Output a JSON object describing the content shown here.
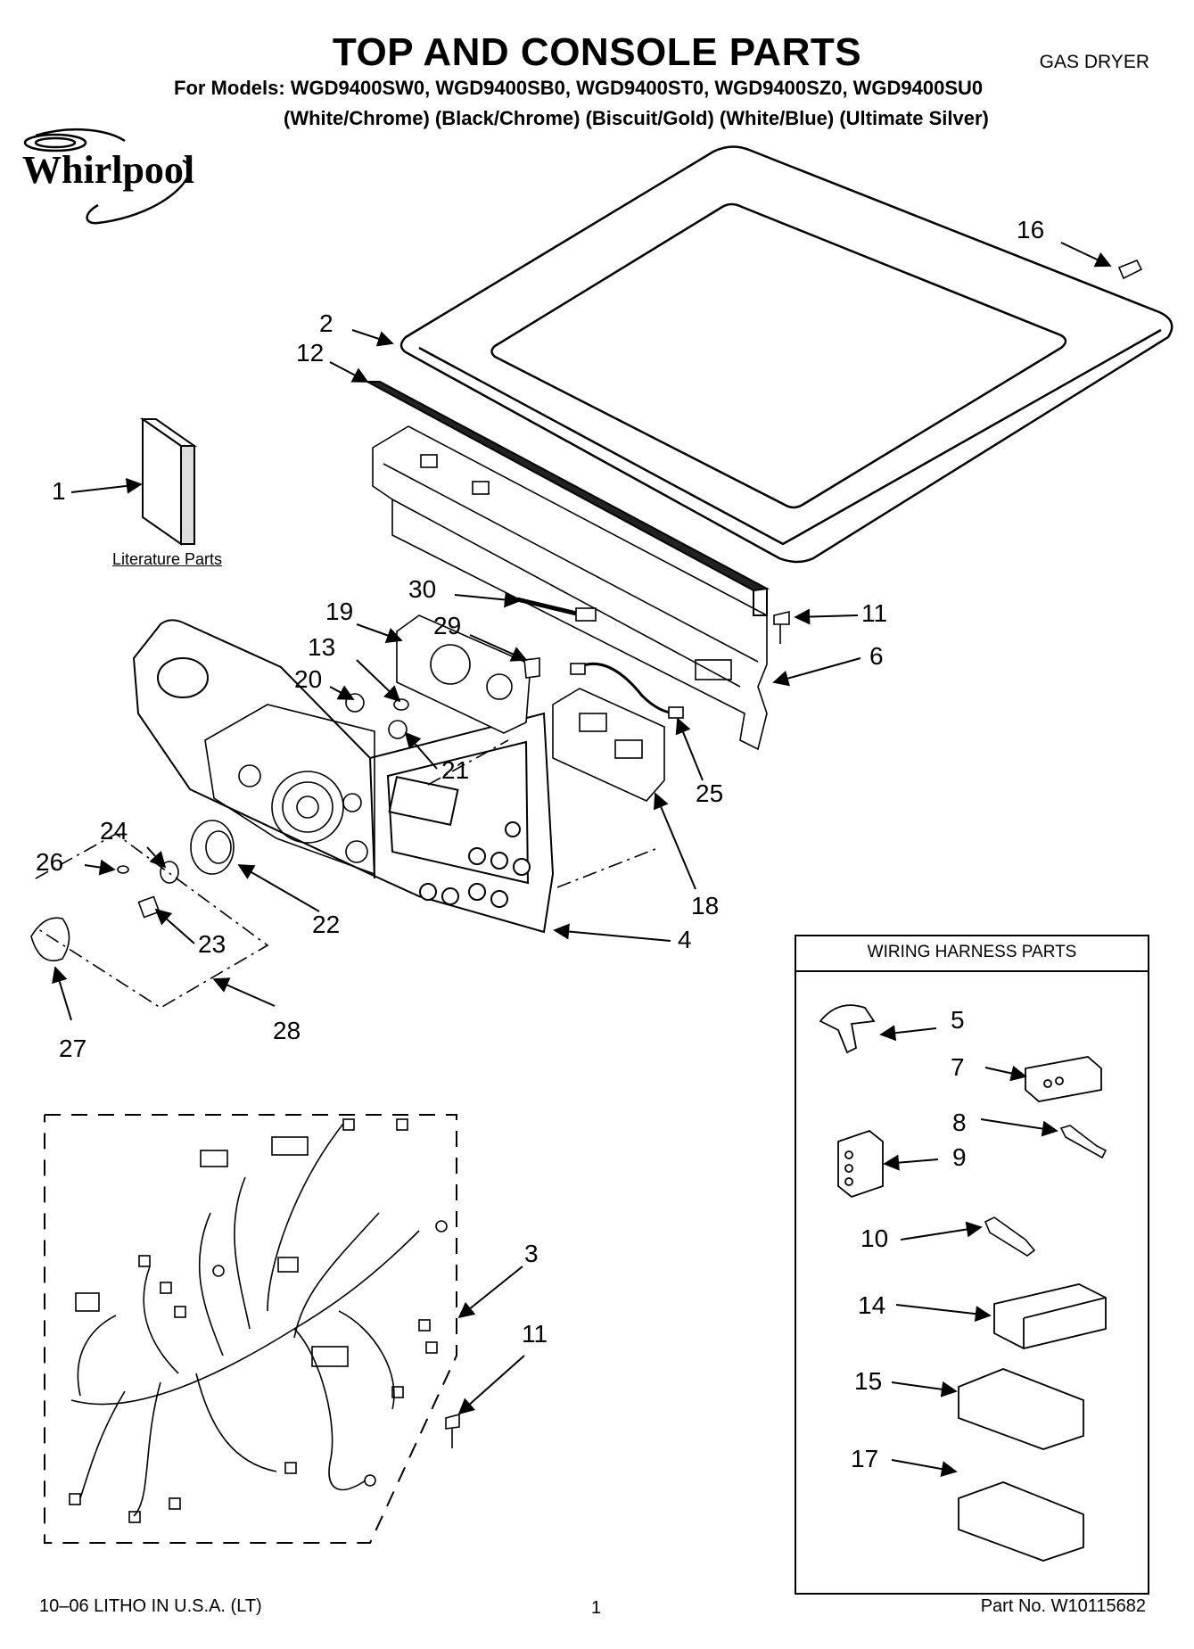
{
  "header": {
    "title": "TOP AND CONSOLE PARTS",
    "doc_type": "GAS DRYER",
    "models_line": "For Models: WGD9400SW0, WGD9400SB0, WGD9400ST0, WGD9400SZ0, WGD9400SU0",
    "colors_line": "(White/Chrome) (Black/Chrome) (Biscuit/Gold) (White/Blue)  (Ultimate Silver)"
  },
  "logo": {
    "text": "Whirlpool",
    "icon": "whirlpool-logo"
  },
  "labels": {
    "literature": "Literature Parts",
    "wiring_harness_title": "WIRING HARNESS PARTS"
  },
  "callouts": {
    "c1": "1",
    "c2": "2",
    "c3": "3",
    "c4": "4",
    "c5": "5",
    "c6": "6",
    "c7": "7",
    "c8": "8",
    "c9": "9",
    "c10": "10",
    "c11a": "11",
    "c11b": "11",
    "c12": "12",
    "c13": "13",
    "c14": "14",
    "c15": "15",
    "c16": "16",
    "c17": "17",
    "c18": "18",
    "c19": "19",
    "c20": "20",
    "c21": "21",
    "c22": "22",
    "c23": "23",
    "c24": "24",
    "c25": "25",
    "c26": "26",
    "c27": "27",
    "c28": "28",
    "c29": "29",
    "c30": "30"
  },
  "footer": {
    "litho": "10–06 LITHO IN U.S.A. (LT)",
    "page": "1",
    "part_no": "Part No. W10115682"
  }
}
